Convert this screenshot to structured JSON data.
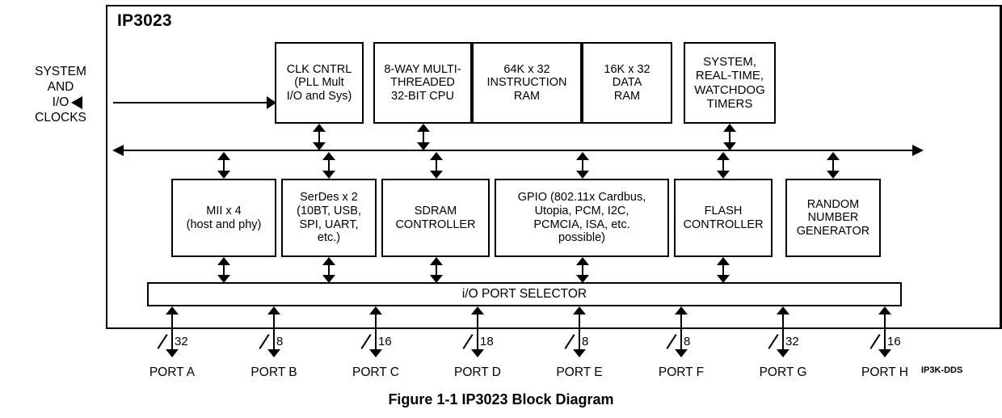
{
  "chip": {
    "title": "IP3023",
    "doc_code": "IP3K-DDS"
  },
  "caption": "Figure 1-1  IP3023 Block Diagram",
  "external": {
    "clock_label": "SYSTEM\nAND\nI/O\nCLOCKS"
  },
  "top_row": [
    {
      "id": "clk-cntrl",
      "label": "CLK CNTRL\n(PLL Mult\nI/O and Sys)"
    },
    {
      "id": "cpu",
      "label": "8-WAY MULTI-\nTHREADED\n32-BIT CPU"
    },
    {
      "id": "instruction-ram",
      "label": "64K x 32\nINSTRUCTION\nRAM"
    },
    {
      "id": "data-ram",
      "label": "16K x 32\nDATA\nRAM"
    },
    {
      "id": "timers",
      "label": "SYSTEM,\nREAL-TIME,\nWATCHDOG\nTIMERS"
    }
  ],
  "second_row": [
    {
      "id": "mii",
      "label": "MII x 4\n(host and phy)"
    },
    {
      "id": "serdes",
      "label": "SerDes x 2\n(10BT, USB,\nSPI, UART,\netc.)"
    },
    {
      "id": "sdram-controller",
      "label": "SDRAM\nCONTROLLER"
    },
    {
      "id": "gpio",
      "label": "GPIO (802.11x Cardbus,\nUtopia, PCM, I2C,\nPCMCIA, ISA, etc.\npossible)"
    },
    {
      "id": "flash-controller",
      "label": "FLASH\nCONTROLLER"
    },
    {
      "id": "rng",
      "label": "RANDOM\nNUMBER\nGENERATOR"
    }
  ],
  "port_selector": {
    "label": "i/O PORT SELECTOR"
  },
  "ports": [
    {
      "name": "PORT A",
      "width": "32"
    },
    {
      "name": "PORT B",
      "width": "8"
    },
    {
      "name": "PORT C",
      "width": "16"
    },
    {
      "name": "PORT D",
      "width": "18"
    },
    {
      "name": "PORT E",
      "width": "8"
    },
    {
      "name": "PORT F",
      "width": "8"
    },
    {
      "name": "PORT G",
      "width": "32"
    },
    {
      "name": "PORT H",
      "width": "16"
    }
  ],
  "colors": {
    "line": "#000000",
    "background": "#ffffff"
  }
}
